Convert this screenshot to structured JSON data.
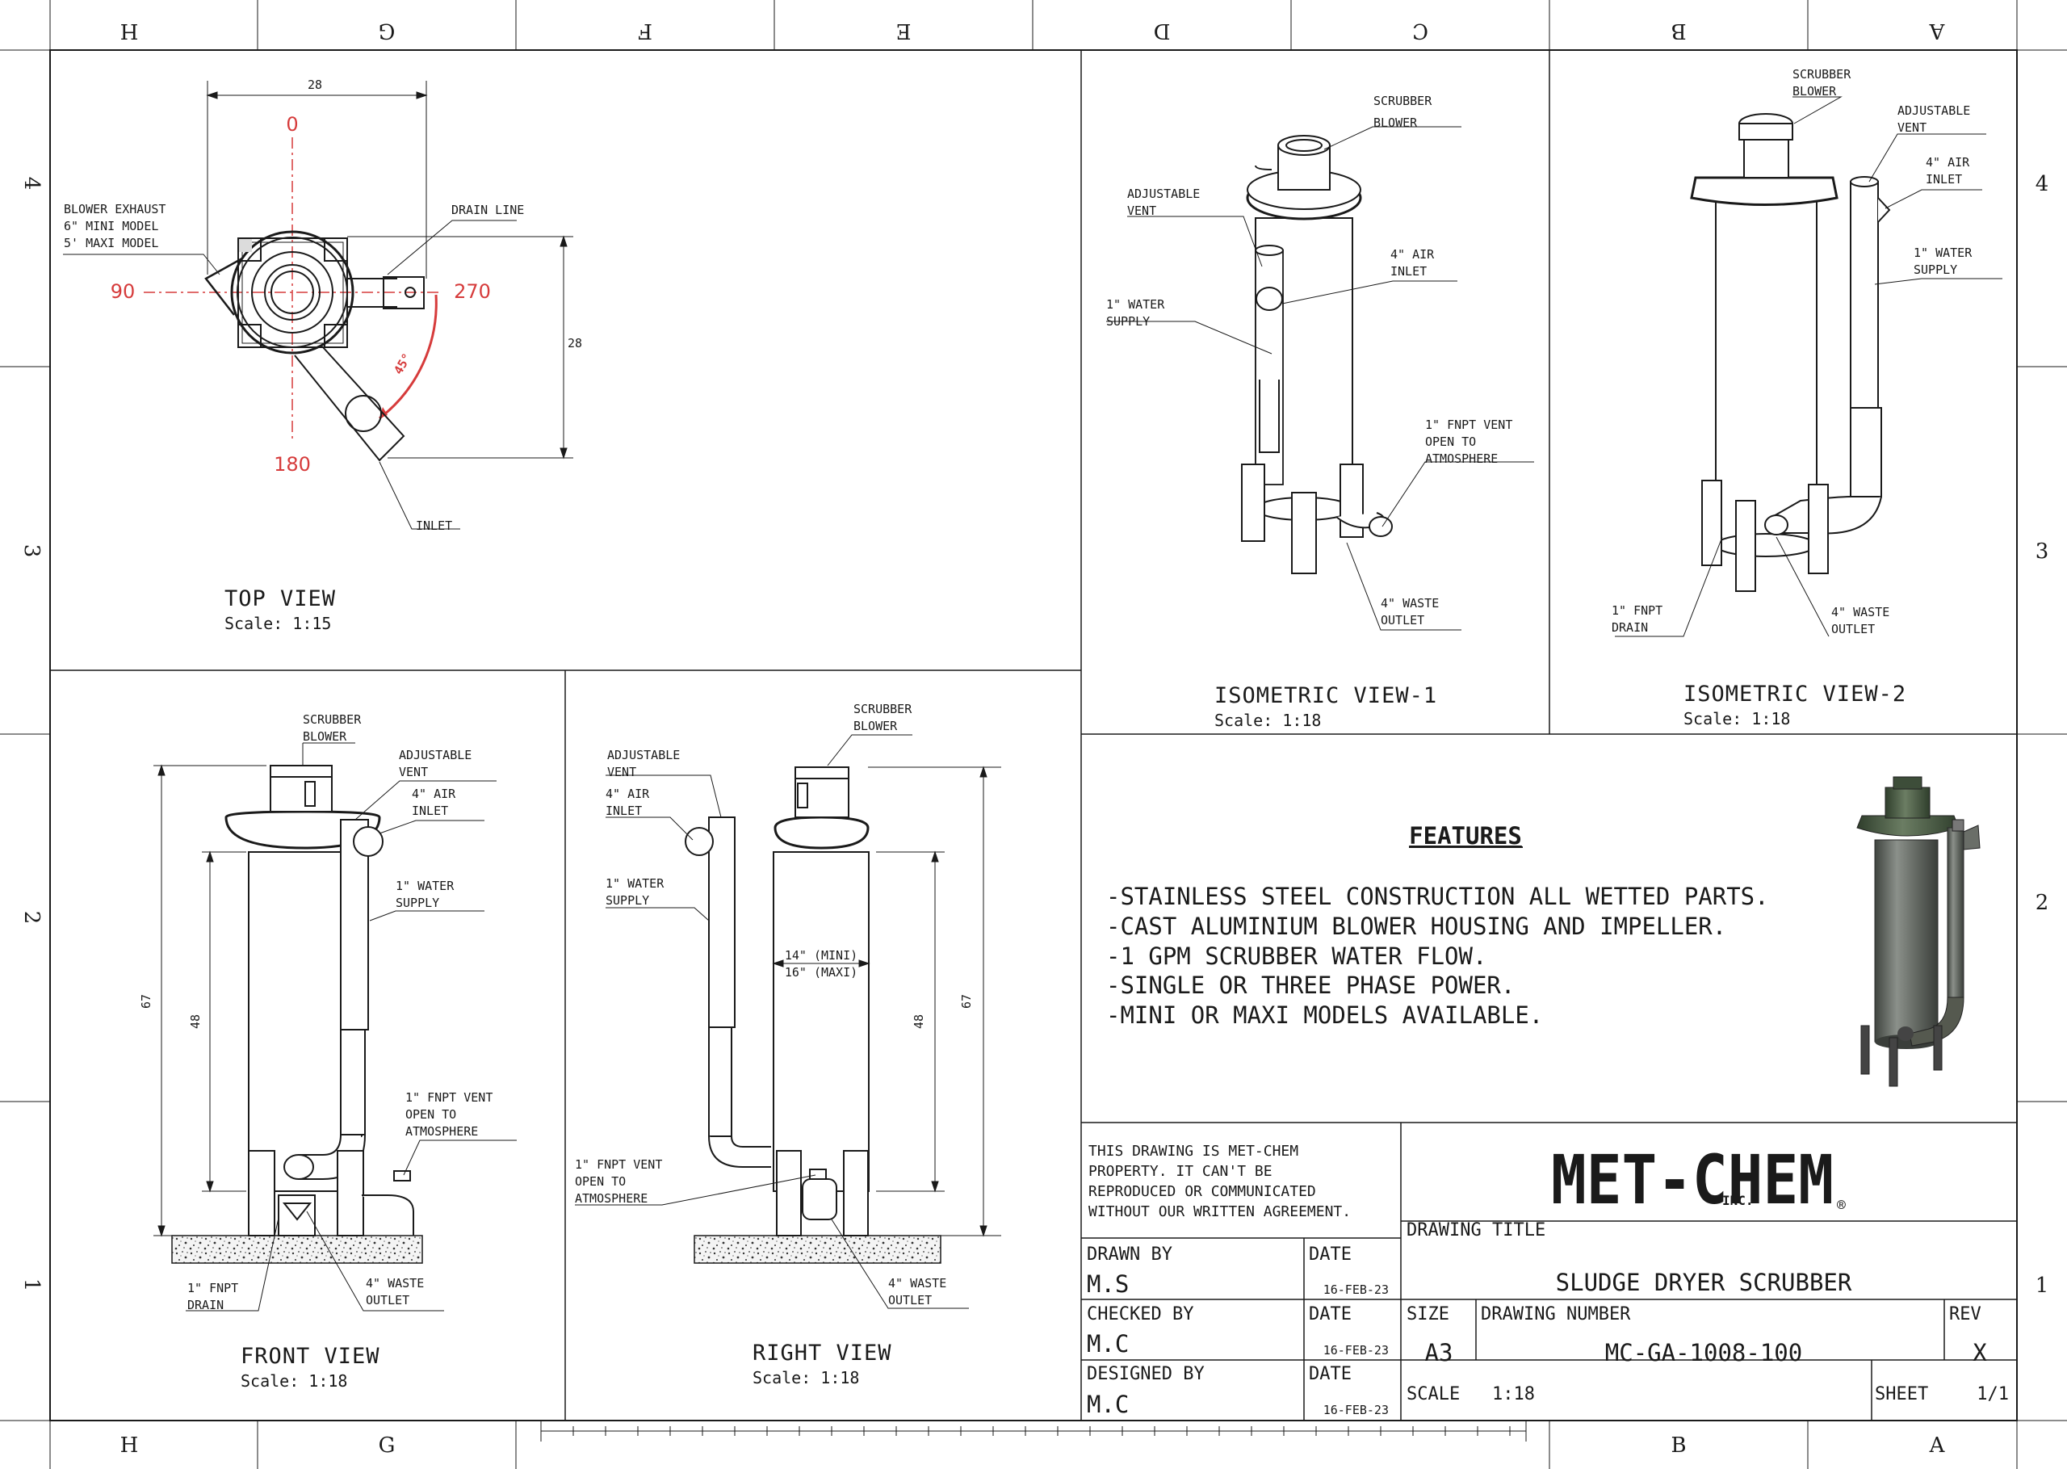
{
  "zones": {
    "top": [
      "H",
      "G",
      "F",
      "E",
      "D",
      "C",
      "B",
      "A"
    ],
    "bottom": [
      "H",
      "G",
      "B",
      "A"
    ],
    "rows": [
      "4",
      "3",
      "2",
      "1"
    ]
  },
  "top_view": {
    "title": "TOP VIEW",
    "scale": "Scale:  1:15",
    "dim_width": "28",
    "dim_height": "28",
    "angle_0": "0",
    "angle_90": "90",
    "angle_180": "180",
    "angle_270": "270",
    "angle_45": "45°",
    "label_exhaust": [
      "BLOWER EXHAUST",
      "6\" MINI MODEL",
      "5' MAXI MODEL"
    ],
    "label_drain": "DRAIN LINE",
    "label_inlet": "INLET"
  },
  "iso1": {
    "title": "ISOMETRIC VIEW-1",
    "scale": "Scale:  1:18",
    "label_blower": [
      "SCRUBBER",
      "BLOWER"
    ],
    "label_vent": [
      "ADJUSTABLE",
      "VENT"
    ],
    "label_air": [
      "4\" AIR",
      "INLET"
    ],
    "label_water": [
      "1\" WATER",
      "SUPPLY"
    ],
    "label_fnpt": [
      "1\" FNPT VENT",
      "OPEN TO",
      "ATMOSPHERE"
    ],
    "label_waste": [
      "4\" WASTE",
      "OUTLET"
    ]
  },
  "iso2": {
    "title": "ISOMETRIC VIEW-2",
    "scale": "Scale:  1:18",
    "label_blower": [
      "SCRUBBER",
      "BLOWER"
    ],
    "label_vent": [
      "ADJUSTABLE",
      "VENT"
    ],
    "label_air": [
      "4\" AIR",
      "INLET"
    ],
    "label_water": [
      "1\" WATER",
      "SUPPLY"
    ],
    "label_drain": [
      "1\" FNPT",
      "DRAIN"
    ],
    "label_waste": [
      "4\" WASTE",
      "OUTLET"
    ]
  },
  "front_view": {
    "title": "FRONT VIEW",
    "scale": "Scale:  1:18",
    "dim_total": "67",
    "dim_body": "48",
    "label_blower": [
      "SCRUBBER",
      "BLOWER"
    ],
    "label_vent": [
      "ADJUSTABLE",
      "VENT"
    ],
    "label_air": [
      "4\" AIR",
      "INLET"
    ],
    "label_water": [
      "1\" WATER",
      "SUPPLY"
    ],
    "label_fnpt": [
      "1\" FNPT VENT",
      "OPEN TO",
      "ATMOSPHERE"
    ],
    "label_drain": [
      "1\" FNPT",
      "DRAIN"
    ],
    "label_waste": [
      "4\" WASTE",
      "OUTLET"
    ]
  },
  "right_view": {
    "title": "RIGHT VIEW",
    "scale": "Scale:  1:18",
    "dim_total": "67",
    "dim_body": "48",
    "dim_dia": [
      "14\" (MINI)",
      "16\" (MAXI)"
    ],
    "label_blower": [
      "SCRUBBER",
      "BLOWER"
    ],
    "label_vent": [
      "ADJUSTABLE",
      "VENT"
    ],
    "label_air": [
      "4\" AIR",
      "INLET"
    ],
    "label_water": [
      "1\" WATER",
      "SUPPLY"
    ],
    "label_fnpt": [
      "1\" FNPT VENT",
      "OPEN TO",
      "ATMOSPHERE"
    ],
    "label_waste": [
      "4\" WASTE",
      "OUTLET"
    ]
  },
  "features": {
    "heading": "FEATURES",
    "items": [
      "-STAINLESS STEEL CONSTRUCTION ALL WETTED PARTS.",
      "-CAST ALUMINIUM BLOWER HOUSING AND IMPELLER.",
      "-1 GPM SCRUBBER WATER FLOW.",
      "-SINGLE OR THREE PHASE POWER.",
      "-MINI OR MAXI MODELS AVAILABLE."
    ]
  },
  "title_block": {
    "property_note": [
      "THIS DRAWING IS MET-CHEM",
      "PROPERTY. IT CAN'T BE",
      "REPRODUCED OR COMMUNICATED",
      "WITHOUT OUR WRITTEN AGREEMENT."
    ],
    "logo_text": "MET-CHEM",
    "logo_sub": "INC.",
    "logo_reg": "®",
    "drawing_title_label": "DRAWING TITLE",
    "drawing_title": "SLUDGE DRYER SCRUBBER",
    "drawn_by_label": "DRAWN BY",
    "drawn_by": "M.S",
    "checked_by_label": "CHECKED BY",
    "checked_by": "M.C",
    "designed_by_label": "DESIGNED BY",
    "designed_by": "M.C",
    "date_label": "DATE",
    "date_drawn": "16-FEB-23",
    "date_checked": "16-FEB-23",
    "date_designed": "16-FEB-23",
    "size_label": "SIZE",
    "size": "A3",
    "drawing_number_label": "DRAWING NUMBER",
    "drawing_number": "MC-GA-1008-100",
    "rev_label": "REV",
    "rev": "X",
    "scale_label": "SCALE",
    "scale": "1:18",
    "sheet_label": "SHEET",
    "sheet": "1/1"
  },
  "colors": {
    "line": "#1a1a1a",
    "centerline": "#d63b3b",
    "model_body": "#5d625a",
    "model_blower": "#44563f"
  }
}
